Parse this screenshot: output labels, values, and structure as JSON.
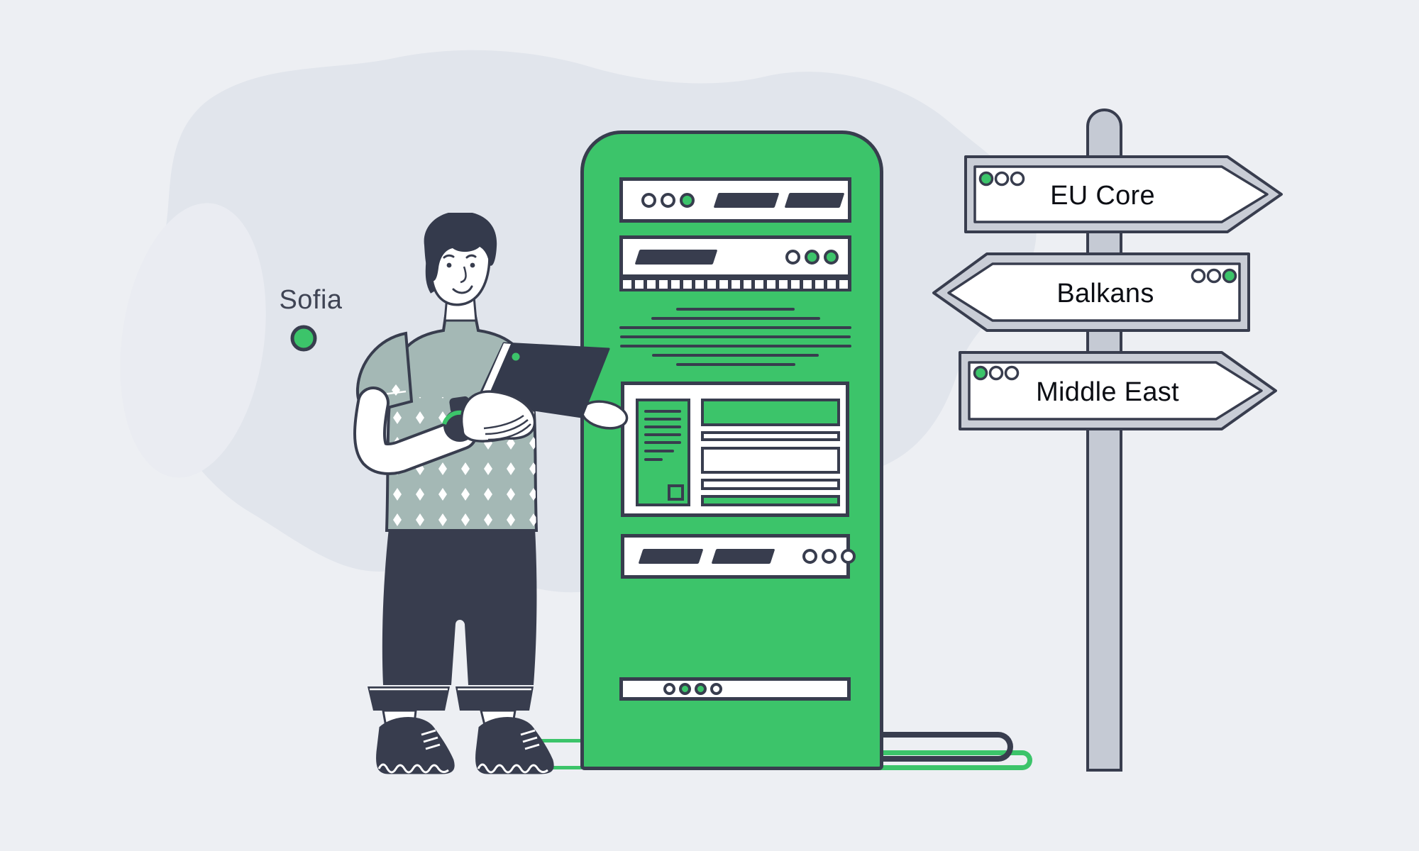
{
  "illustration": {
    "city_label": "Sofia",
    "signpost": {
      "signs": [
        {
          "label": "EU Core",
          "direction": "right",
          "dots": [
            "green",
            "gray",
            "gray"
          ]
        },
        {
          "label": "Balkans",
          "direction": "left",
          "dots": [
            "gray",
            "gray",
            "green"
          ]
        },
        {
          "label": "Middle East",
          "direction": "right",
          "dots": [
            "green",
            "gray",
            "gray"
          ]
        }
      ]
    },
    "kiosk": {
      "panel_top_dots": [
        "gray",
        "gray",
        "green"
      ],
      "panel_second_dots": [
        "gray",
        "green",
        "green"
      ],
      "panel_bottom_dots": [
        "gray",
        "gray",
        "gray"
      ],
      "footer_dots": [
        "gray",
        "green",
        "green",
        "gray"
      ]
    },
    "colors": {
      "background": "#edeff3",
      "map_fill": "#e1e5ec",
      "map_highlight": "#eaecf2",
      "accent_green": "#3cc46a",
      "outline_dark": "#383d4e",
      "sign_frame_gray": "#c9cdd6",
      "pole_gray": "#c5cad4",
      "shirt_sage": "#a4b8b5",
      "panel_white": "#ffffff"
    }
  }
}
